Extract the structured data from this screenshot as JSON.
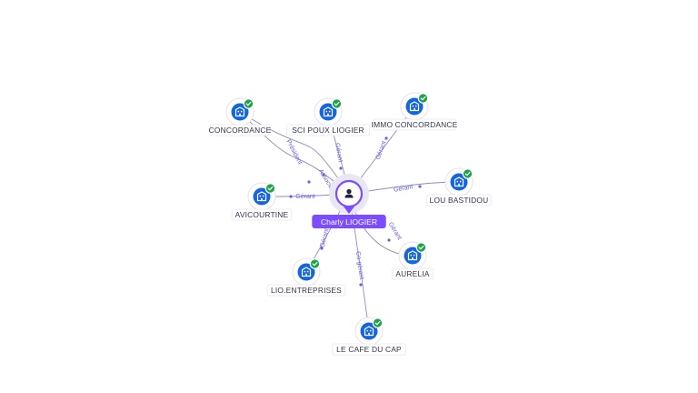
{
  "graph": {
    "center": {
      "name": "Charly LIOGIER",
      "icon": "person-icon"
    },
    "companies": [
      {
        "id": "concordance",
        "name": "CONCORDANCE",
        "icon": "building-icon",
        "status": "verified"
      },
      {
        "id": "sci-poux-liogier",
        "name": "SCI POUX LIOGIER",
        "icon": "building-icon",
        "status": "verified"
      },
      {
        "id": "immo-concordance",
        "name": "IMMO CONCORDANCE",
        "icon": "building-icon",
        "status": "verified"
      },
      {
        "id": "lou-bastidou",
        "name": "LOU BASTIDOU",
        "icon": "building-icon",
        "status": "verified"
      },
      {
        "id": "avicourtine",
        "name": "AVICOURTINE",
        "icon": "building-icon",
        "status": "verified"
      },
      {
        "id": "aurelia",
        "name": "AURELIA",
        "icon": "building-icon",
        "status": "verified"
      },
      {
        "id": "lio-entreprises",
        "name": "LIO.ENTREPRISES",
        "icon": "building-icon",
        "status": "verified"
      },
      {
        "id": "le-cafe-du-cap",
        "name": "LE CAFE DU CAP",
        "icon": "building-icon",
        "status": "verified"
      }
    ],
    "relations": [
      {
        "to": "concordance",
        "label": "Président"
      },
      {
        "to": "concordance",
        "label": "Associé"
      },
      {
        "to": "sci-poux-liogier",
        "label": "Gérant"
      },
      {
        "to": "immo-concordance",
        "label": "Gérant"
      },
      {
        "to": "lou-bastidou",
        "label": "Gérant"
      },
      {
        "to": "avicourtine",
        "label": "Gérant"
      },
      {
        "to": "aurelia",
        "label": "Gérant"
      },
      {
        "to": "lio-entreprises",
        "label": "Gérant"
      },
      {
        "to": "le-cafe-du-cap",
        "label": "Co-gérant"
      }
    ],
    "colors": {
      "company_icon": "#1565e0",
      "verified_badge": "#1fa34a",
      "person_accent": "#7c4dff",
      "edge": "#8b8fb8",
      "edge_label": "#6a61e0"
    }
  }
}
